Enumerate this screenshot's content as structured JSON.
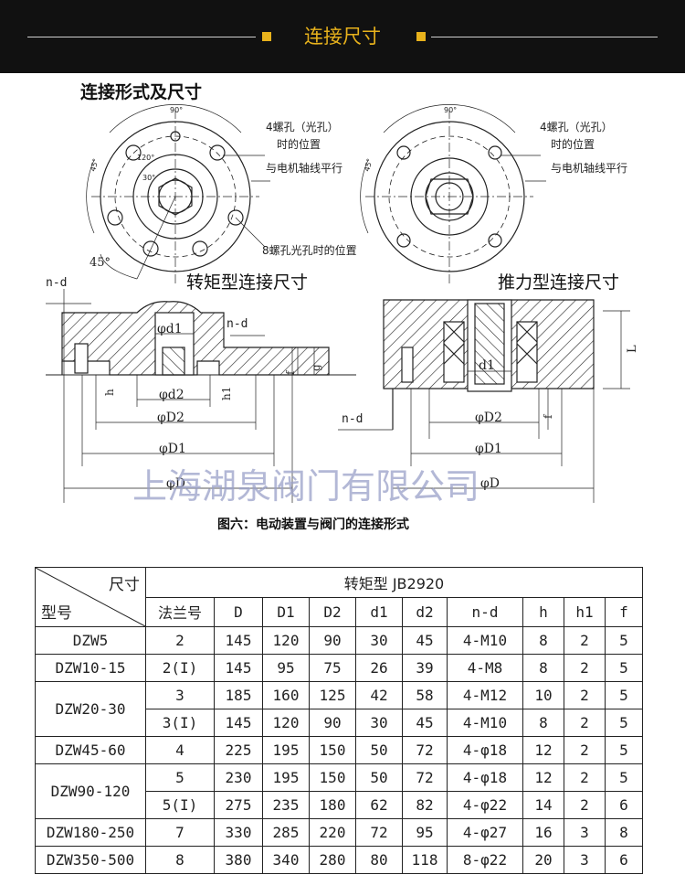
{
  "banner": {
    "title": "连接尺寸",
    "accent": "#e8b21c"
  },
  "drawing": {
    "heading": "连接形式及尺寸",
    "torque_title": "转矩型连接尺寸",
    "thrust_title": "推力型连接尺寸",
    "angle_90_left": "90°",
    "angle_90_right": "90°",
    "angle_45_left": "45°",
    "angle_45_right": "45°",
    "angle_120": "120°",
    "angle_30": "30°",
    "angle_45_big": "45°",
    "note_4holes_l": "4螺孔（光孔）",
    "note_4holes_l2": "时的位置",
    "note_parallel_l": "与电机轴线平行",
    "note_4holes_r": "4螺孔（光孔）",
    "note_4holes_r2": "时的位置",
    "note_parallel_r": "与电机轴线平行",
    "note_8holes": "8螺孔光孔时的位置",
    "nd_left": "n-d",
    "nd_mid": "n-d",
    "nd_right": "n-d",
    "phi_d1": "φd1",
    "phi_d2": "φd2",
    "phi_D2": "φD2",
    "phi_D1": "φD1",
    "phi_D": "φD",
    "h": "h",
    "h1": "h1",
    "f": "f",
    "g": "g",
    "d1_right": "d1",
    "phi_D2_r": "φD2",
    "phi_D1_r": "φD1",
    "phi_D_r": "φD",
    "L": "L",
    "f_r": "f",
    "watermark": "上海湖泉阀门有限公司",
    "caption": "图六：电动装置与阀门的连接形式"
  },
  "table": {
    "corner_top": "尺寸",
    "corner_bottom": "型号",
    "group": "转矩型  JB2920",
    "columns": [
      "法兰号",
      "D",
      "D1",
      "D2",
      "d1",
      "d2",
      "n-d",
      "h",
      "h1",
      "f"
    ],
    "rows": [
      {
        "model": "DZW5",
        "cells": [
          "2",
          "145",
          "120",
          "90",
          "30",
          "45",
          "4-M10",
          "8",
          "2",
          "5"
        ]
      },
      {
        "model": "DZW10-15",
        "cells": [
          "2(I)",
          "145",
          "95",
          "75",
          "26",
          "39",
          "4-M8",
          "8",
          "2",
          "5"
        ]
      },
      {
        "model": "DZW20-30",
        "cells": [
          "3",
          "185",
          "160",
          "125",
          "42",
          "58",
          "4-M12",
          "10",
          "2",
          "5"
        ]
      },
      {
        "model": "",
        "cells": [
          "3(I)",
          "145",
          "120",
          "90",
          "30",
          "45",
          "4-M10",
          "8",
          "2",
          "5"
        ]
      },
      {
        "model": "DZW45-60",
        "cells": [
          "4",
          "225",
          "195",
          "150",
          "50",
          "72",
          "4-φ18",
          "12",
          "2",
          "5"
        ]
      },
      {
        "model": "DZW90-120",
        "cells": [
          "5",
          "230",
          "195",
          "150",
          "50",
          "72",
          "4-φ18",
          "12",
          "2",
          "5"
        ]
      },
      {
        "model": "",
        "cells": [
          "5(I)",
          "275",
          "235",
          "180",
          "62",
          "82",
          "4-φ22",
          "14",
          "2",
          "6"
        ]
      },
      {
        "model": "DZW180-250",
        "cells": [
          "7",
          "330",
          "285",
          "220",
          "72",
          "95",
          "4-φ27",
          "16",
          "3",
          "8"
        ]
      },
      {
        "model": "DZW350-500",
        "cells": [
          "8",
          "380",
          "340",
          "280",
          "80",
          "118",
          "8-φ22",
          "20",
          "3",
          "6"
        ]
      }
    ]
  }
}
